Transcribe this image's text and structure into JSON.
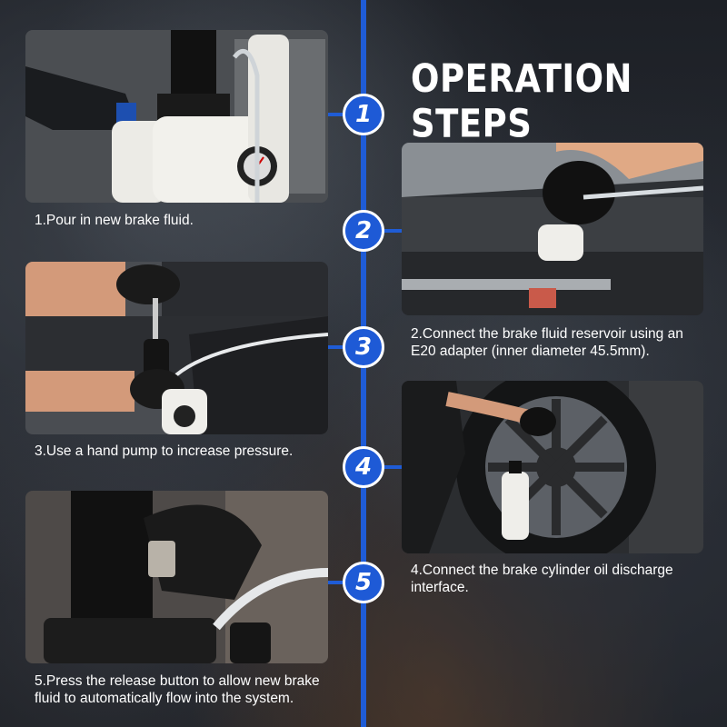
{
  "page": {
    "title": "OPERATION STEPS"
  },
  "colors": {
    "accent": "#1f5cd6",
    "text": "#ffffff"
  },
  "steps": [
    {
      "number": "1",
      "caption": "1.Pour in new brake fluid.",
      "photo": "pouring-brake-fluid-photo"
    },
    {
      "number": "2",
      "caption": "2.Connect the brake fluid reservoir using an E20 adapter (inner diameter 45.5mm).",
      "photo": "reservoir-adapter-photo"
    },
    {
      "number": "3",
      "caption": "3.Use a hand pump to increase pressure.",
      "photo": "hand-pump-photo"
    },
    {
      "number": "4",
      "caption": "4.Connect the brake cylinder oil discharge interface.",
      "photo": "wheel-discharge-photo"
    },
    {
      "number": "5",
      "caption": "5.Press the release button to allow new brake fluid to automatically flow into the system.",
      "photo": "release-button-photo"
    }
  ]
}
